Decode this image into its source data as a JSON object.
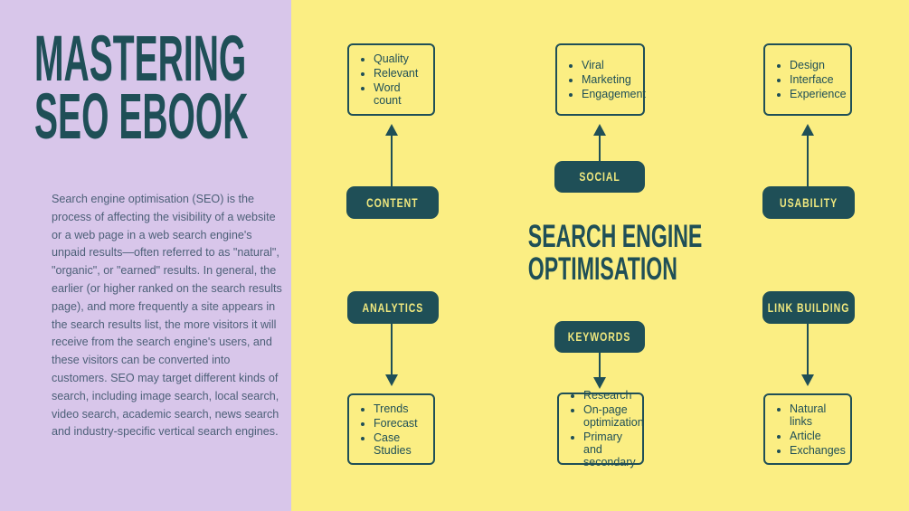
{
  "colors": {
    "left_panel_bg": "#d8c6ea",
    "right_panel_bg": "#fbee83",
    "teal": "#1f4f57",
    "label_text_yellow": "#f0e87e",
    "body_text": "#4d6078"
  },
  "left_panel": {
    "title_line1": "MASTERING",
    "title_line2": "SEO EBOOK",
    "description": "Search engine optimisation (SEO) is the process of affecting the visibility of a website or a web page in a web search engine's unpaid results—often referred to as \"natural\", \"organic\", or \"earned\" results. In general, the earlier (or higher ranked on the search results page), and more frequently a site appears in the search results list, the more visitors it will receive from the search engine's users, and these visitors can be converted into customers. SEO may target different kinds of search, including image search, local search, video search, academic search, news search and industry-specific vertical search engines."
  },
  "diagram": {
    "title_line1": "SEARCH ENGINE",
    "title_line2": "OPTIMISATION",
    "nodes": [
      {
        "label": "CONTENT",
        "direction": "up",
        "items": [
          "Quality",
          "Relevant",
          "Word count"
        ]
      },
      {
        "label": "SOCIAL",
        "direction": "up",
        "items": [
          "Viral",
          "Marketing",
          "Engagement"
        ]
      },
      {
        "label": "USABILITY",
        "direction": "up",
        "items": [
          "Design",
          "Interface",
          "Experience"
        ]
      },
      {
        "label": "ANALYTICS",
        "direction": "down",
        "items": [
          "Trends",
          "Forecast",
          "Case Studies"
        ]
      },
      {
        "label": "KEYWORDS",
        "direction": "down",
        "items": [
          "Research",
          "On-page optimization",
          "Primary and secondary"
        ]
      },
      {
        "label": "LINK BUILDING",
        "direction": "down",
        "items": [
          "Natural links",
          "Article",
          "Exchanges"
        ]
      }
    ]
  }
}
